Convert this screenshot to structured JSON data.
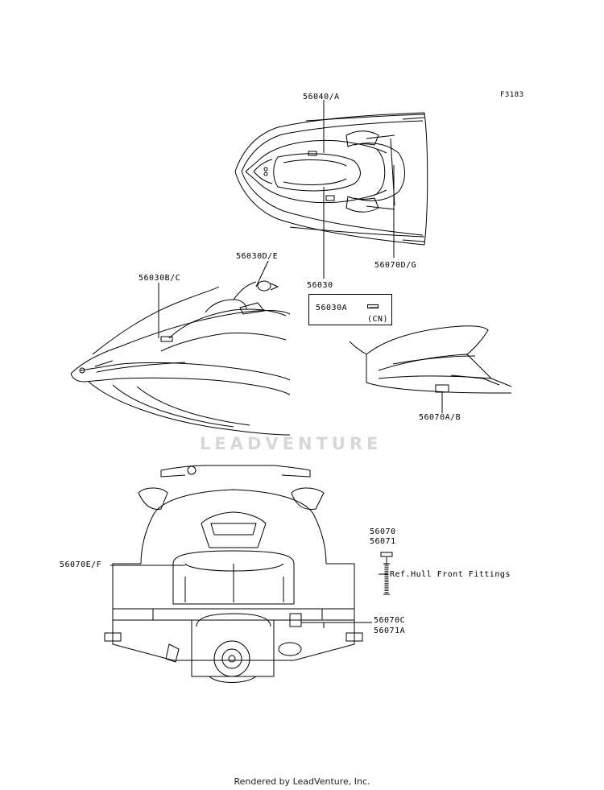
{
  "figure_id": "F3183",
  "watermark": "LEADVENTURE",
  "credit": "Rendered by LeadVenture, Inc.",
  "callouts": {
    "p56040a": "56040/A",
    "p56030de": "56030D/E",
    "p56030bc": "56030B/C",
    "p56030": "56030",
    "p56030a": "56030A",
    "cn": "(CN)",
    "p56070dg": "56070D/G",
    "p56070ab": "56070A/B",
    "p56070": "56070",
    "p56071": "56071",
    "ref_hull": "Ref.Hull Front Fittings",
    "p56070ef": "56070E/F",
    "p56070c": "56070C",
    "p56071a": "56071A"
  }
}
